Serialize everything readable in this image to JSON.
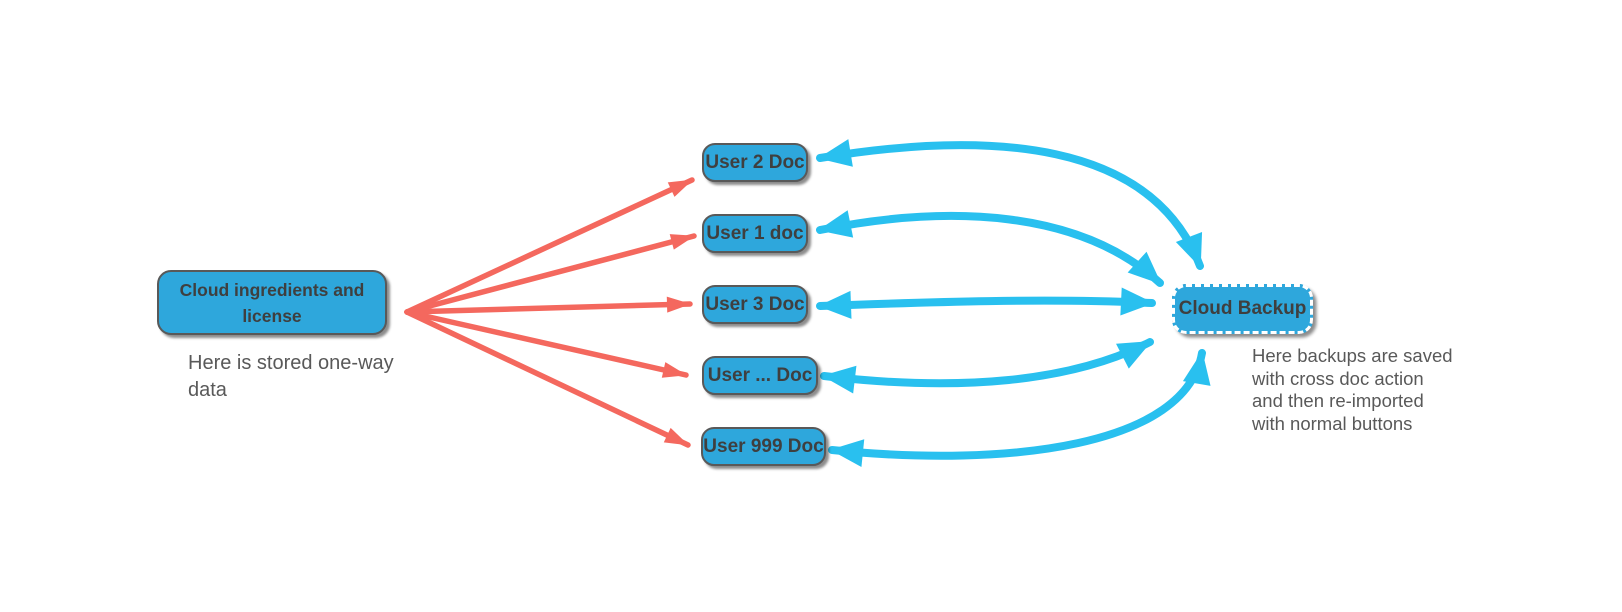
{
  "nodes": {
    "source": {
      "label": "Cloud ingredients and license"
    },
    "users": [
      {
        "label": "User 2 Doc"
      },
      {
        "label": "User 1 doc"
      },
      {
        "label": "User 3 Doc"
      },
      {
        "label": "User ... Doc"
      },
      {
        "label": "User 999 Doc"
      }
    ],
    "backup": {
      "label": "Cloud Backup"
    }
  },
  "captions": {
    "source_lines": [
      "Here is stored one-way",
      "data"
    ],
    "backup_lines": [
      "Here backups are saved",
      "with cross doc action",
      "and then re-imported",
      "with normal buttons"
    ]
  },
  "colors": {
    "node_fill": "#2EA7DC",
    "node_border": "#595959",
    "node_text": "#3F3F3F",
    "red_arrow": "#F4685E",
    "blue_arrow": "#29C0EF",
    "caption_text": "#595959",
    "backup_dash": "#FFFFFF"
  }
}
